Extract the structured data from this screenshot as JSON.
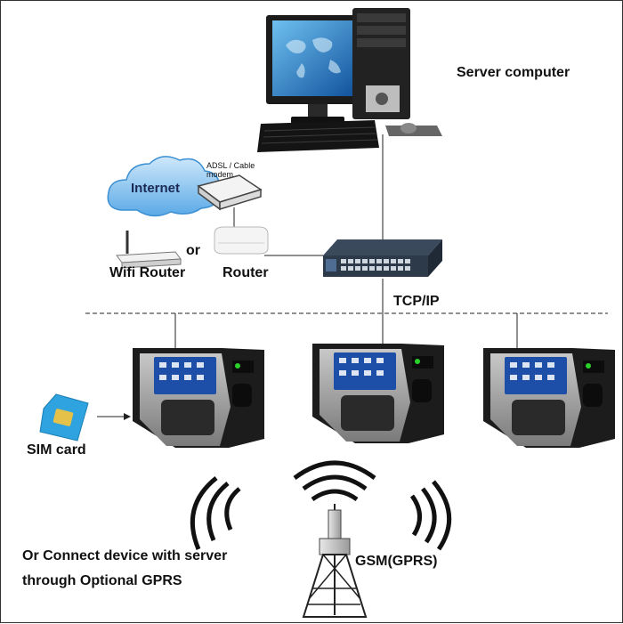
{
  "labels": {
    "server": "Server computer",
    "internet": "Internet",
    "modem_line1": "ADSL / Cable",
    "modem_line2": "modem",
    "or": "or",
    "wifi_router": "Wifi Router",
    "router": "Router",
    "tcpip": "TCP/IP",
    "sim_card": "SIM card",
    "gprs_line1": "Or Connect device with server",
    "gprs_line2": "through Optional GPRS",
    "gsm": "GSM(GPRS)"
  },
  "colors": {
    "line": "#222222",
    "cloud": "#5aa9e6",
    "device_body": "#1c1c1c",
    "device_screen": "#1d4fa8",
    "sim": "#2fa3df",
    "sim_chip": "#e4c24a"
  }
}
